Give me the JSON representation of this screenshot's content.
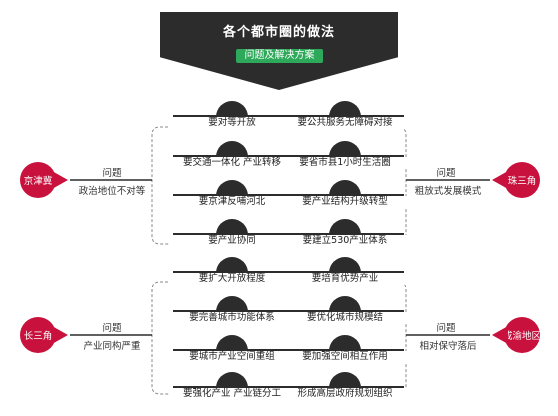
{
  "header": {
    "title": "各个都市圈的做法",
    "subtitle": "问题及解决方案"
  },
  "groups": {
    "jingjinji": {
      "region": "京津冀",
      "problem_label": "问题",
      "problem": "政治地位不对等",
      "items": [
        "要对等开放",
        "要交通一体化 产业转移",
        "要京津反哺河北",
        "要产业协同"
      ]
    },
    "zhusanjiao": {
      "region": "珠三角",
      "problem_label": "问题",
      "problem": "粗放式发展模式",
      "items": [
        "要公共服务无障碍对接",
        "要省市县1小时生活圈",
        "要产业结构升级转型",
        "要建立530产业体系"
      ]
    },
    "changsanjiao": {
      "region": "长三角",
      "problem_label": "问题",
      "problem": "产业同构严重",
      "items": [
        "要扩大开放程度",
        "要完善城市功能体系",
        "要城市产业空间重组",
        "要强化产业 产业链分工"
      ]
    },
    "chengyu": {
      "region": "成渝地区",
      "problem_label": "问题",
      "problem": "相对保守落后",
      "items": [
        "要培育优势产业",
        "要优化城市规模结",
        "要加强空间相互作用",
        "形成高层政府规划组织"
      ]
    }
  },
  "colors": {
    "dark": "#2c2c2c",
    "accent_green": "#2ea85a",
    "pin_red": "#c8113d",
    "bracket": "#8a8a8a"
  }
}
